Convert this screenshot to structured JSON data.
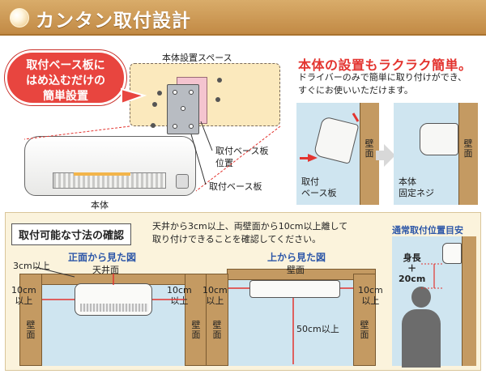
{
  "header": {
    "title": "カンタン取付設計"
  },
  "callout": {
    "line1": "取付ベース板に",
    "line2": "はめ込むだけの",
    "line3": "簡単設置"
  },
  "illustration": {
    "space_label": "本体設置スペース",
    "plate_position_line1": "取付ベース板",
    "plate_position_line2": "位置",
    "plate_label": "取付ベース板",
    "unit_label": "本体"
  },
  "easy_install": {
    "title": "本体の設置もラクラク簡単。",
    "desc_line1": "ドライバーのみで簡単に取り付けができ、",
    "desc_line2": "すぐにお使いいただけます。",
    "wall_label": "壁面",
    "step1_label_line1": "取付",
    "step1_label_line2": "ベース板",
    "step2_label_line1": "本体",
    "step2_label_line2": "固定ネジ"
  },
  "dimensions": {
    "title": "取付可能な寸法の確認",
    "desc_line1": "天井から3cm以上、両壁面から10cm以上離して",
    "desc_line2": "取り付けできることを確認してください。",
    "front_view": {
      "title": "正面から見た図",
      "ceiling": "天井面",
      "top_gap": "3cm以上",
      "side_gap_line1": "10cm",
      "side_gap_line2": "以上",
      "wall": "壁面"
    },
    "top_view": {
      "title": "上から見た図",
      "wall_top": "壁面",
      "side_gap_line1": "10cm",
      "side_gap_line2": "以上",
      "front_gap": "50cm以上",
      "wall": "壁面"
    },
    "guide": {
      "title": "通常取付位置目安",
      "height_line1": "身長",
      "height_line2": "＋",
      "height_line3": "20cm"
    }
  }
}
